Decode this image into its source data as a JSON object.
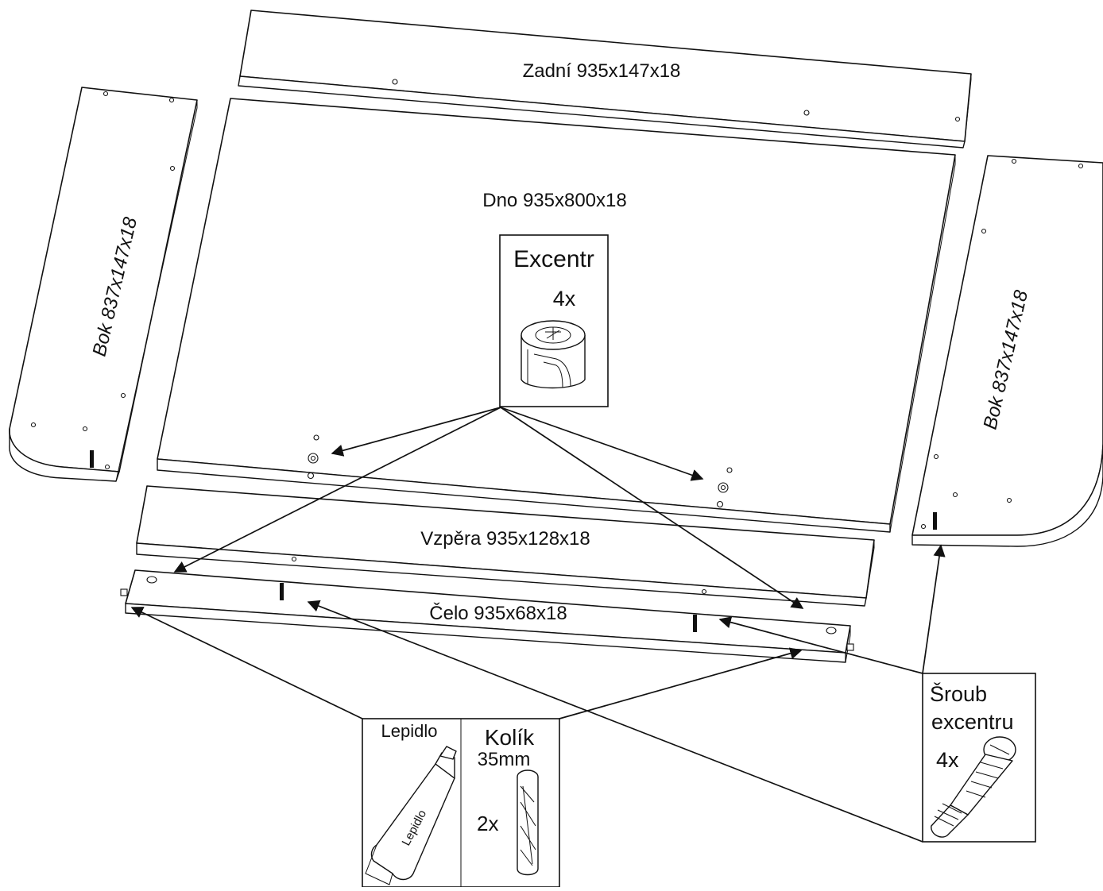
{
  "panels": {
    "zadni": "Zadní 935x147x18",
    "dno": "Dno 935x800x18",
    "bok_left": "Bok 837x147x18",
    "bok_right": "Bok 837x147x18",
    "vzpera": "Vzpěra 935x128x18",
    "celo": "Čelo 935x68x18"
  },
  "parts": {
    "excentr": {
      "title": "Excentr",
      "count": "4x"
    },
    "lepidlo": {
      "title": "Lepidlo",
      "tube_text": "Lepidlo"
    },
    "kolik": {
      "title": "Kolík",
      "size": "35mm",
      "count": "2x"
    },
    "sroub": {
      "title_line1": "Šroub",
      "title_line2": "excentru",
      "count": "4x"
    }
  },
  "colors": {
    "line": "#111111",
    "background": "#ffffff"
  }
}
